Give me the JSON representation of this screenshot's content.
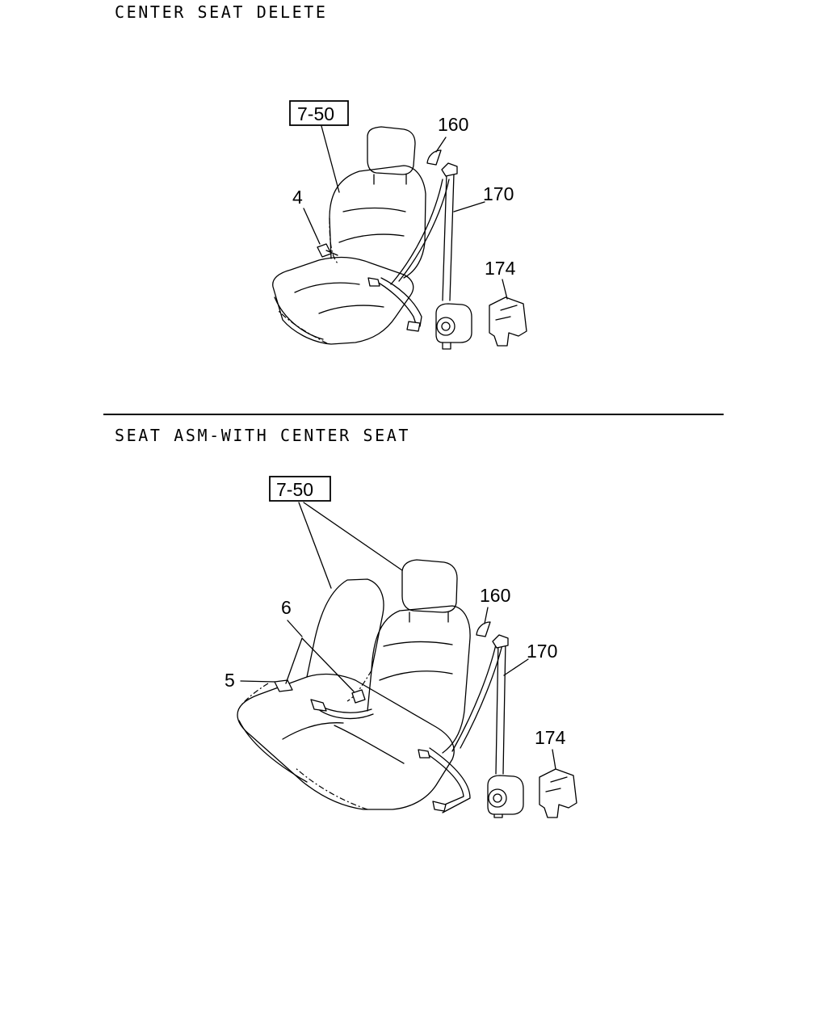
{
  "sections": [
    {
      "title": "CENTER SEAT DELETE",
      "labels": {
        "ref": "7-50",
        "anchor": "160",
        "belt": "170",
        "cover": "174",
        "buckle": "4"
      }
    },
    {
      "title": "SEAT ASM-WITH CENTER SEAT",
      "labels": {
        "ref": "7-50",
        "anchor": "160",
        "belt": "170",
        "cover": "174",
        "buckle_center": "6",
        "buckle": "5"
      }
    }
  ]
}
